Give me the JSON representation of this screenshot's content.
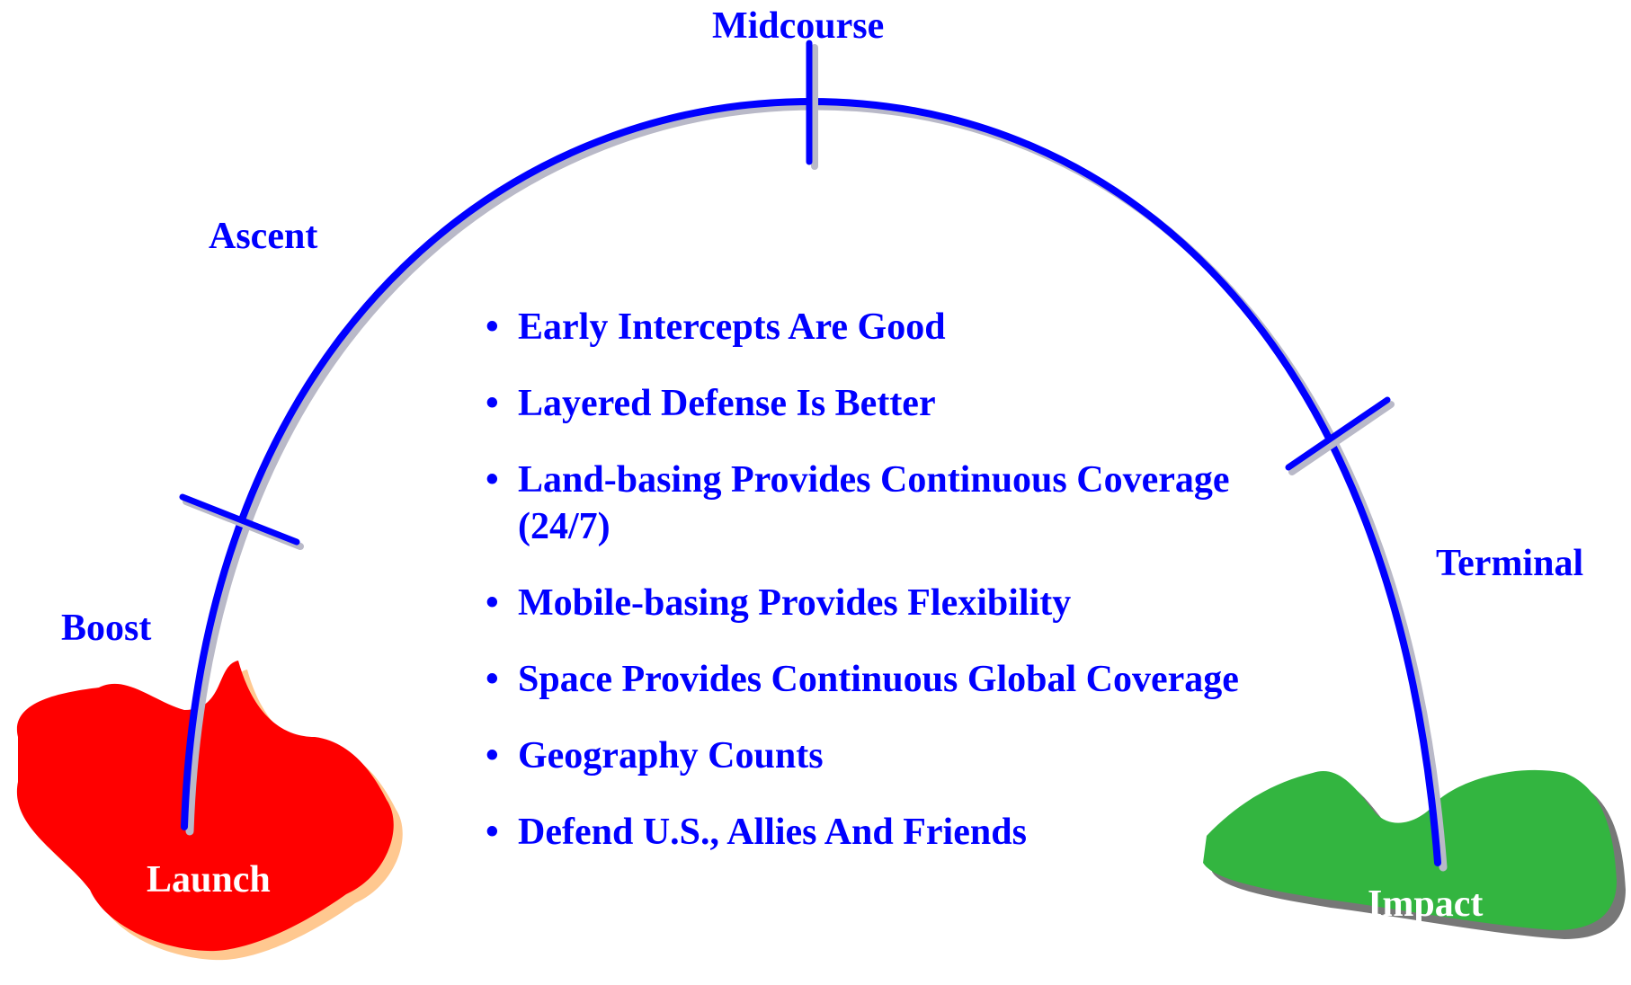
{
  "phases": {
    "midcourse": "Midcourse",
    "ascent": "Ascent",
    "boost": "Boost",
    "terminal": "Terminal"
  },
  "regions": {
    "launch": "Launch",
    "impact": "Impact"
  },
  "bullet_glyph": "•",
  "bullets": [
    "Early Intercepts Are Good",
    "Layered Defense Is Better",
    "Land-basing Provides Continuous Coverage (24/7)",
    "Mobile-basing Provides Flexibility",
    "Space Provides Continuous Global Coverage",
    "Geography Counts",
    "Defend U.S., Allies And Friends"
  ],
  "colors": {
    "trajectory": "#0000ff",
    "label_text": "#0000ff",
    "launch_fill": "#ff0000",
    "launch_shadow": "#ffc890",
    "impact_fill": "#33b540",
    "impact_shadow": "#777777"
  }
}
